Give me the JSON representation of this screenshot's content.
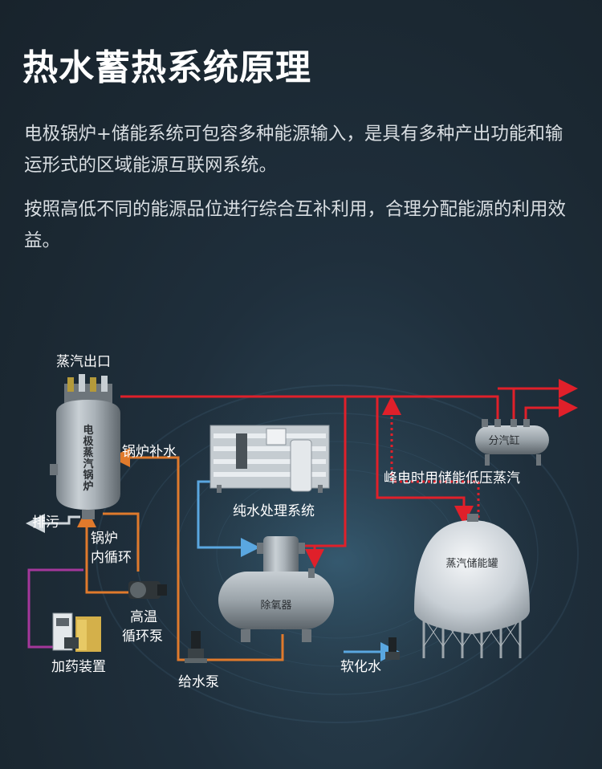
{
  "title": "热水蓄热系统原理",
  "paragraphs": [
    "电极锅炉+储能系统可包容多种能源输入，是具有多种产出功能和输运形式的区域能源互联网系统。",
    "按照高低不同的能源品位进行综合互补利用，合理分配能源的利用效益。"
  ],
  "diagram": {
    "labels": {
      "steam_outlet": "蒸汽出口",
      "boiler_makeup": "锅炉补水",
      "boiler_body_line1": "电极",
      "boiler_body_line2": "蒸汽",
      "boiler_body_line3": "锅炉",
      "boiler_body_chars": [
        "电",
        "极",
        "蒸",
        "汽",
        "锅",
        "炉"
      ],
      "drain": "排污",
      "inner_loop_line1": "锅炉",
      "inner_loop_line2": "内循环",
      "pure_water": "纯水处理系统",
      "steam_header": "分汽缸",
      "peak_storage": "峰电时用储能低压蒸汽",
      "storage_tank": "蒸汽储能罐",
      "deaerator": "除氧器",
      "pump_hot_line1": "高温",
      "pump_hot_line2": "循环泵",
      "dosing": "加药装置",
      "feed_pump": "给水泵",
      "soft_water": "软化水"
    },
    "colors": {
      "steam": "#e0202a",
      "feed_water": "#e07a2c",
      "pure_water_line": "#5aa7e0",
      "dosing_line": "#a4379b"
    }
  }
}
